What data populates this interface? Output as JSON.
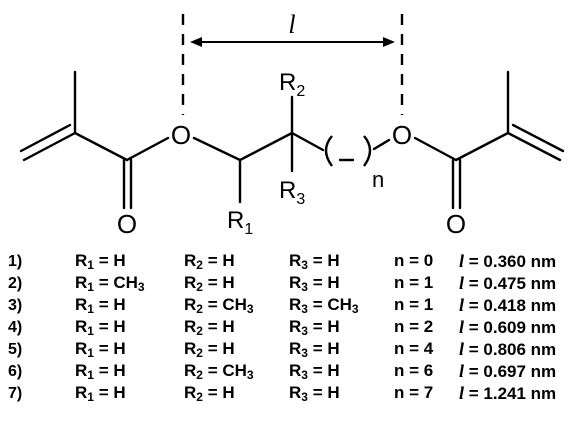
{
  "structure": {
    "length_symbol": "l",
    "o_left": "O",
    "o_right": "O",
    "o_carbonyl_left": "O",
    "o_carbonyl_right": "O",
    "r1": "R",
    "r1_sub": "1",
    "r2": "R",
    "r2_sub": "2",
    "r3": "R",
    "r3_sub": "3",
    "n": "n"
  },
  "table": {
    "rows": [
      {
        "index": "1)",
        "r1": {
          "base": "R",
          "sub": "1",
          "eq": " = H"
        },
        "r2": {
          "base": "R",
          "sub": "2",
          "eq": " = H"
        },
        "r3": {
          "base": "R",
          "sub": "3",
          "eq": " = H"
        },
        "n": "n = 0",
        "l_sym": "l",
        "l_val": " = 0.360 nm"
      },
      {
        "index": "2)",
        "r1": {
          "base": "R",
          "sub": "1",
          "eq": " = CH",
          "eq_sub": "3"
        },
        "r2": {
          "base": "R",
          "sub": "2",
          "eq": " = H"
        },
        "r3": {
          "base": "R",
          "sub": "3",
          "eq": " = H"
        },
        "n": "n = 1",
        "l_sym": "l",
        "l_val": " = 0.475 nm"
      },
      {
        "index": "3)",
        "r1": {
          "base": "R",
          "sub": "1",
          "eq": " = H"
        },
        "r2": {
          "base": "R",
          "sub": "2",
          "eq": " = CH",
          "eq_sub": "3"
        },
        "r3": {
          "base": "R",
          "sub": "3",
          "eq": " = CH",
          "eq_sub": "3"
        },
        "n": "n = 1",
        "l_sym": "l",
        "l_val": " = 0.418 nm"
      },
      {
        "index": "4)",
        "r1": {
          "base": "R",
          "sub": "1",
          "eq": " = H"
        },
        "r2": {
          "base": "R",
          "sub": "2",
          "eq": " = H"
        },
        "r3": {
          "base": "R",
          "sub": "3",
          "eq": " = H"
        },
        "n": "n = 2",
        "l_sym": "l",
        "l_val": " = 0.609 nm"
      },
      {
        "index": "5)",
        "r1": {
          "base": "R",
          "sub": "1",
          "eq": " = H"
        },
        "r2": {
          "base": "R",
          "sub": "2",
          "eq": " = H"
        },
        "r3": {
          "base": "R",
          "sub": "3",
          "eq": " = H"
        },
        "n": "n = 4",
        "l_sym": "l",
        "l_val": " = 0.806 nm"
      },
      {
        "index": "6)",
        "r1": {
          "base": "R",
          "sub": "1",
          "eq": " = H"
        },
        "r2": {
          "base": "R",
          "sub": "2",
          "eq": " = CH",
          "eq_sub": "3"
        },
        "r3": {
          "base": "R",
          "sub": "3",
          "eq": " = H"
        },
        "n": "n = 6",
        "l_sym": "l",
        "l_val": " = 0.697 nm"
      },
      {
        "index": "7)",
        "r1": {
          "base": "R",
          "sub": "1",
          "eq": " = H"
        },
        "r2": {
          "base": "R",
          "sub": "2",
          "eq": " = H"
        },
        "r3": {
          "base": "R",
          "sub": "3",
          "eq": " = H"
        },
        "n": "n = 7",
        "l_sym": "l",
        "l_val": " = 1.241 nm"
      }
    ]
  }
}
